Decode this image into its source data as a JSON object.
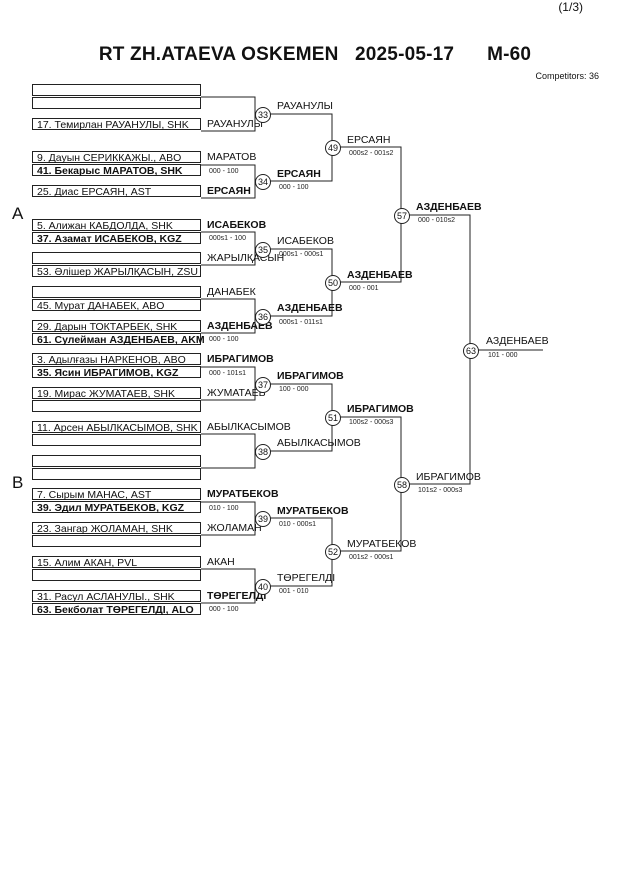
{
  "page": "(1/3)",
  "title": "RT ZH.ATAEVA OSKEMEN   2025-05-17      M-60",
  "competitors": "Competitors: 36",
  "side_a": "A",
  "side_b": "B",
  "slots": [
    "",
    "",
    "17. Темирлан РАУАНУЛЫ, SHK",
    "9. Дауын СЕРИККАЖЫ., ABO",
    "41. Бекарыс МАРАТОВ, SHK",
    "25. Диас ЕРСАЯН, AST",
    "5. Алижан КАБДОЛДА, SHK",
    "37. Азамат ИСАБЕКОВ, KGZ",
    "",
    "53. Әлішер ЖАРЫЛҚАСЫН, ZSU",
    "45. Мурат ДАНАБЕК, ABO",
    "",
    "29. Дарын ТОКТАРБЕК, SHK",
    "61. Сулейман АЗДЕНБАЕВ, AKM",
    "3. Адылғазы НАРКЕНОВ, ABO",
    "35. Ясин ИБРАГИМОВ, KGZ",
    "19. Мирас ЖУМАТАЕВ, SHK",
    "",
    "11. Арсен АБЫЛКАСЫМОВ, SHK",
    "",
    "",
    "7. Сырым МАНАС, AST",
    "39. Эдил МУРАТБЕКОВ, KGZ",
    "23. Зангар ЖОЛАМАН, SHK",
    "",
    "15. Алим АКАН, PVL",
    "",
    "31. Расул АСЛАНУЛЫ., SHK",
    "63. Бекболат ТӨРЕГЕЛДІ, ALO"
  ],
  "round1": [
    {
      "name": "РАУАНУЛЫ",
      "score": ""
    },
    {
      "name": "МАРАТОВ",
      "score": "000 - 100"
    },
    {
      "name": "ЕРСАЯН",
      "score": ""
    },
    {
      "name": "ИСАБЕКОВ",
      "score": "000s1 - 100"
    },
    {
      "name": "ЖАРЫЛҚАСЫН",
      "score": ""
    },
    {
      "name": "ДАНАБЕК",
      "score": ""
    },
    {
      "name": "АЗДЕНБАЕВ",
      "score": "000 - 100"
    },
    {
      "name": "ИБРАГИМОВ",
      "score": "000 - 101s1"
    },
    {
      "name": "ЖУМАТАЕВ",
      "score": ""
    },
    {
      "name": "АБЫЛКАСЫМОВ",
      "score": ""
    },
    {
      "name": "МУРАТБЕКОВ",
      "score": "010 - 100"
    },
    {
      "name": "ЖОЛАМАН",
      "score": ""
    },
    {
      "name": "АКАН",
      "score": ""
    },
    {
      "name": "ТӨРЕГЕЛДІ",
      "score": "000 - 100"
    }
  ],
  "matches": [
    {
      "id": "33",
      "winner": "РАУАНУЛЫ",
      "score": ""
    },
    {
      "id": "34",
      "winner": "ЕРСАЯН",
      "score": "000 - 100"
    },
    {
      "id": "35",
      "winner": "ИСАБЕКОВ",
      "score": "000s1 - 000s1"
    },
    {
      "id": "36",
      "winner": "АЗДЕНБАЕВ",
      "score": "000s1 - 011s1"
    },
    {
      "id": "37",
      "winner": "ИБРАГИМОВ",
      "score": "100 - 000"
    },
    {
      "id": "38",
      "winner": "АБЫЛКАСЫМОВ",
      "score": ""
    },
    {
      "id": "39",
      "winner": "МУРАТБЕКОВ",
      "score": "010 - 000s1"
    },
    {
      "id": "40",
      "winner": "ТӨРЕГЕЛДІ",
      "score": "001 - 010"
    },
    {
      "id": "49",
      "winner": "ЕРСАЯН",
      "score": "000s2 - 001s2"
    },
    {
      "id": "50",
      "winner": "АЗДЕНБАЕВ",
      "score": "000 - 001"
    },
    {
      "id": "51",
      "winner": "ИБРАГИМОВ",
      "score": "100s2 - 000s3"
    },
    {
      "id": "52",
      "winner": "МУРАТБЕКОВ",
      "score": "001s2 - 000s1"
    },
    {
      "id": "57",
      "winner": "АЗДЕНБАЕВ",
      "score": "000 - 010s2"
    },
    {
      "id": "58",
      "winner": "ИБРАГИМОВ",
      "score": "101s2 - 000s3"
    },
    {
      "id": "63",
      "winner": "АЗДЕНБАЕВ",
      "score": "101 - 000"
    }
  ]
}
